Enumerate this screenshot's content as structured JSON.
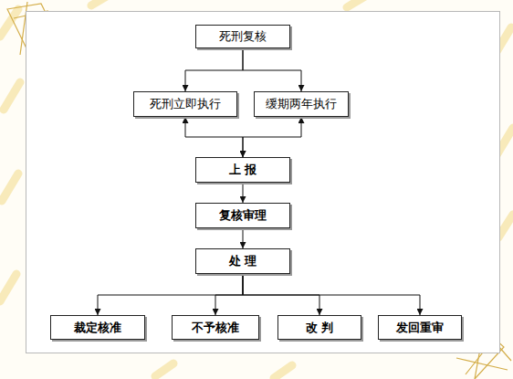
{
  "diagram": {
    "nodes": [
      {
        "text": [
          "死刑复核"
        ]
      },
      {
        "text": [
          "死刑立即执行"
        ]
      },
      {
        "text": [
          "缓期两年执行"
        ]
      },
      {
        "text": [
          "上 报"
        ]
      },
      {
        "text": [
          "复核审理"
        ]
      },
      {
        "text": [
          "处 理"
        ]
      },
      {
        "text": [
          "裁定核准"
        ]
      },
      {
        "text": [
          "不予核准"
        ]
      },
      {
        "text": [
          "改 判"
        ]
      },
      {
        "text": [
          "发回重审"
        ]
      }
    ],
    "edges": [
      {
        "from": 0,
        "to": 1,
        "arrow": "to"
      },
      {
        "from": 0,
        "to": 2,
        "arrow": "to"
      },
      {
        "from": 1,
        "to": 3,
        "arrow": "both"
      },
      {
        "from": 2,
        "to": 3,
        "arrow": "both"
      },
      {
        "from": 3,
        "to": 4,
        "arrow": "to"
      },
      {
        "from": 4,
        "to": 5,
        "arrow": "to"
      },
      {
        "from": 5,
        "to": 6,
        "arrow": "to"
      },
      {
        "from": 5,
        "to": 7,
        "arrow": "to"
      },
      {
        "from": 5,
        "to": 8,
        "arrow": "to"
      },
      {
        "from": 5,
        "to": 9,
        "arrow": "to"
      }
    ]
  }
}
